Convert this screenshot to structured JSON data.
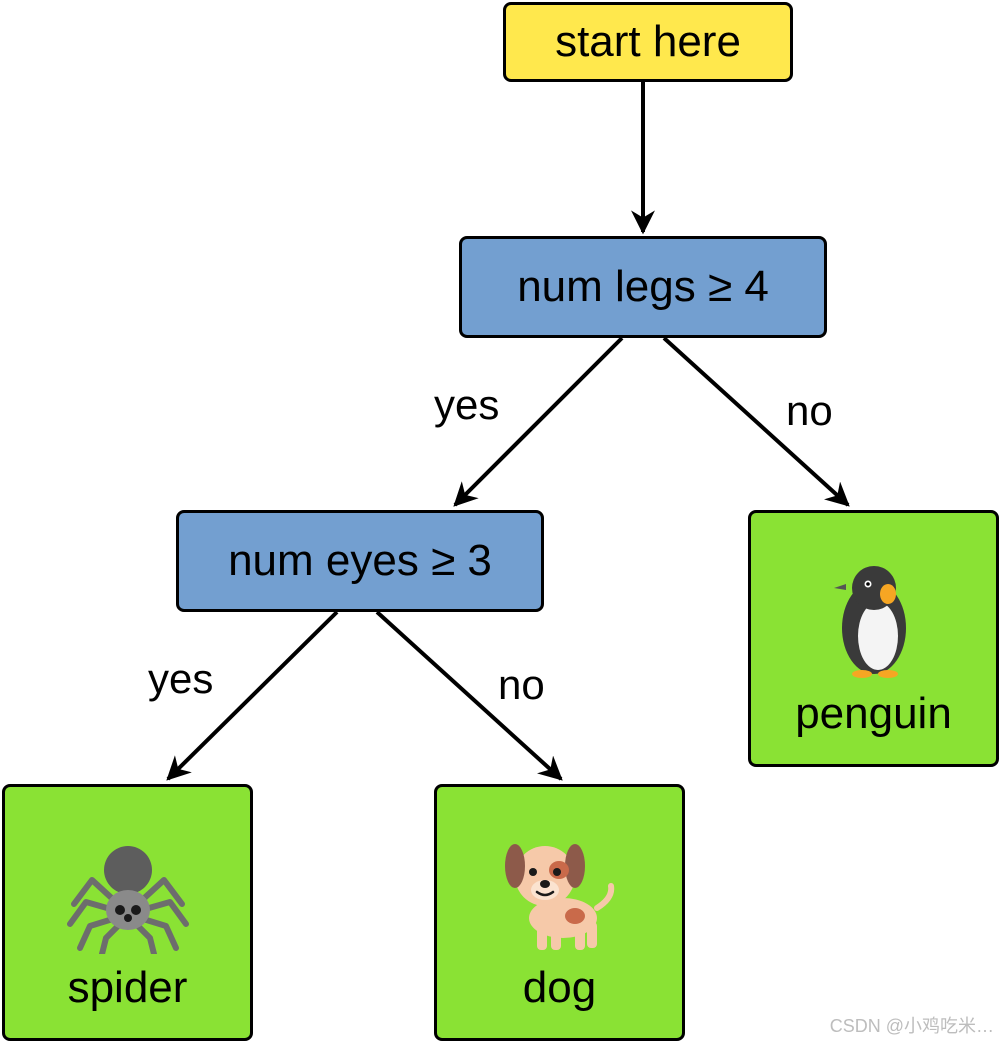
{
  "colors": {
    "start": "#ffe84d",
    "decision": "#739fd0",
    "leaf": "#8ae234",
    "stroke": "#000000"
  },
  "nodes": {
    "start": {
      "label": "start here"
    },
    "legs": {
      "label": "num legs ≥ 4"
    },
    "eyes": {
      "label": "num eyes ≥ 3"
    },
    "spider": {
      "label": "spider",
      "icon": "spider-icon"
    },
    "dog": {
      "label": "dog",
      "icon": "dog-icon"
    },
    "penguin": {
      "label": "penguin",
      "icon": "penguin-icon"
    }
  },
  "edges": {
    "legs_yes": "yes",
    "legs_no": "no",
    "eyes_yes": "yes",
    "eyes_no": "no"
  },
  "watermark": "CSDN @小鸡吃米…"
}
